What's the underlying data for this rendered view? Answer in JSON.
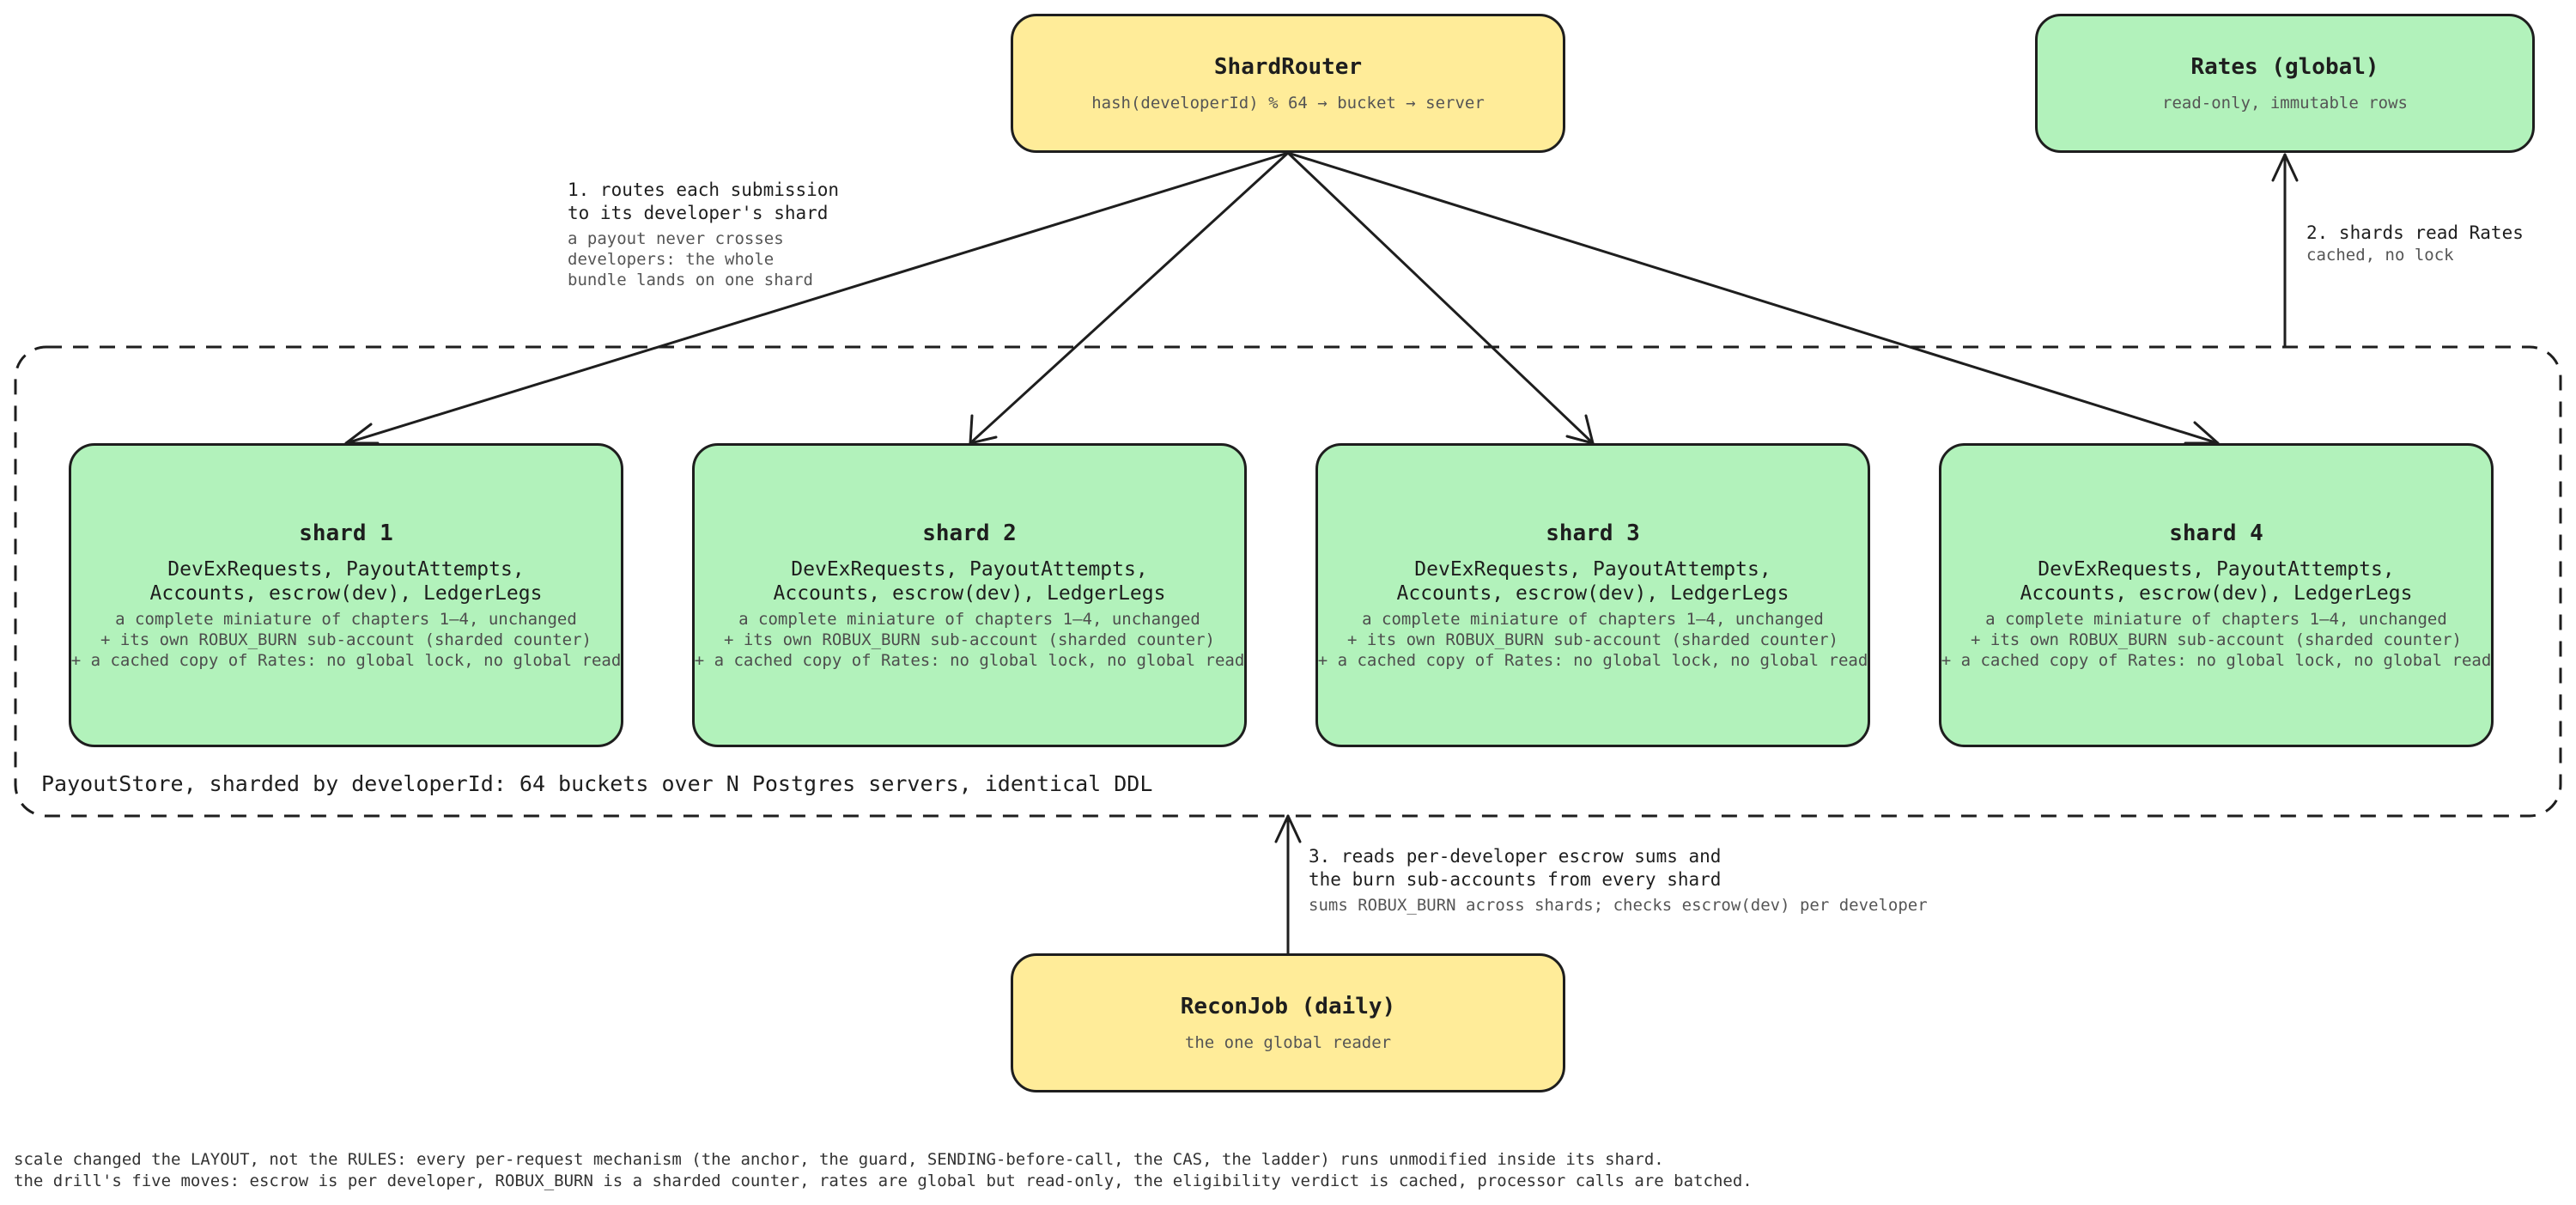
{
  "shard_router": {
    "title": "ShardRouter",
    "subtitle": "hash(developerId) % 64 → bucket → server"
  },
  "rates": {
    "title": "Rates (global)",
    "subtitle": "read-only, immutable rows"
  },
  "recon": {
    "title": "ReconJob (daily)",
    "subtitle": "the one global reader"
  },
  "shards": [
    {
      "title": "shard 1",
      "tables_line1": "DevExRequests, PayoutAttempts,",
      "tables_line2": "Accounts, escrow(dev), LedgerLegs",
      "note1": "a complete miniature of chapters 1–4, unchanged",
      "note2": "+ its own ROBUX_BURN sub-account (sharded counter)",
      "note3": "+ a cached copy of Rates: no global lock, no global read"
    },
    {
      "title": "shard 2",
      "tables_line1": "DevExRequests, PayoutAttempts,",
      "tables_line2": "Accounts, escrow(dev), LedgerLegs",
      "note1": "a complete miniature of chapters 1–4, unchanged",
      "note2": "+ its own ROBUX_BURN sub-account (sharded counter)",
      "note3": "+ a cached copy of Rates: no global lock, no global read"
    },
    {
      "title": "shard 3",
      "tables_line1": "DevExRequests, PayoutAttempts,",
      "tables_line2": "Accounts, escrow(dev), LedgerLegs",
      "note1": "a complete miniature of chapters 1–4, unchanged",
      "note2": "+ its own ROBUX_BURN sub-account (sharded counter)",
      "note3": "+ a cached copy of Rates: no global lock, no global read"
    },
    {
      "title": "shard 4",
      "tables_line1": "DevExRequests, PayoutAttempts,",
      "tables_line2": "Accounts, escrow(dev), LedgerLegs",
      "note1": "a complete miniature of chapters 1–4, unchanged",
      "note2": "+ its own ROBUX_BURN sub-account (sharded counter)",
      "note3": "+ a cached copy of Rates: no global lock, no global read"
    }
  ],
  "store_caption": "PayoutStore, sharded by developerId: 64 buckets over N Postgres servers, identical DDL",
  "label_routes": {
    "line1": "1. routes each submission",
    "line2": "to its developer's shard",
    "detail1": "a payout never crosses",
    "detail2": "developers: the whole",
    "detail3": "bundle lands on one shard"
  },
  "label_rates": {
    "line1": "2. shards read Rates",
    "detail1": "cached, no lock"
  },
  "label_recon": {
    "line1": "3. reads per-developer escrow sums and",
    "line2": "the burn sub-accounts from every shard",
    "detail1": "sums ROBUX_BURN across shards; checks escrow(dev) per developer"
  },
  "footer": {
    "line1": "scale changed the LAYOUT, not the RULES: every per-request mechanism (the anchor, the guard, SENDING-before-call, the CAS, the ladder) runs unmodified inside its shard.",
    "line2": "the drill's five moves: escrow is per developer, ROBUX_BURN is a sharded counter, rates are global but read-only, the eligibility verdict is cached, processor calls are batched."
  },
  "colors": {
    "yellow_fill": "#ffec99",
    "green_fill": "#b2f2bb",
    "stroke": "#1e1e1e"
  }
}
